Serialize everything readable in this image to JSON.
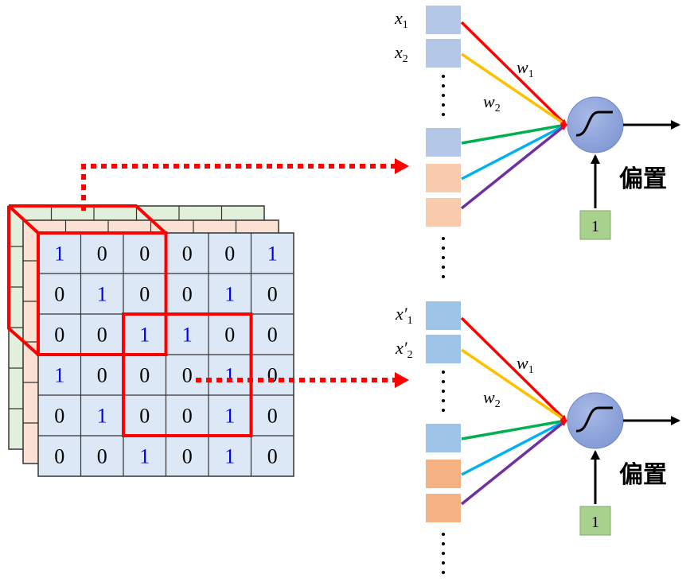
{
  "colors": {
    "grid_front": "#dce8f5",
    "grid_middle": "#fbe1d3",
    "grid_back": "#e2efda",
    "one_color": "#0000ee",
    "zero_color": "#000000",
    "highlight": "#ff0000",
    "neuron_fill": "#8fa7dc",
    "input_blue": "#b4c7e7",
    "input_blue2": "#9dc3e6",
    "input_orange_light": "#f8cbad",
    "input_orange": "#f4b183",
    "bias_fill": "#a9d18e",
    "edge_colors": [
      "#ff0000",
      "#ffc000",
      "#00b050",
      "#00b0f0",
      "#7030a0"
    ]
  },
  "feature_map": {
    "rows": [
      [
        "1",
        "0",
        "0",
        "0",
        "0",
        "1"
      ],
      [
        "0",
        "1",
        "0",
        "0",
        "1",
        "0"
      ],
      [
        "0",
        "0",
        "1",
        "1",
        "0",
        "0"
      ],
      [
        "1",
        "0",
        "0",
        "0",
        "1",
        "0"
      ],
      [
        "0",
        "1",
        "0",
        "0",
        "1",
        "0"
      ],
      [
        "0",
        "0",
        "1",
        "0",
        "1",
        "0"
      ]
    ]
  },
  "neuron_top": {
    "input_labels": [
      "x",
      "x"
    ],
    "input_subs": [
      "1",
      "2"
    ],
    "weight_labels": [
      "w",
      "w"
    ],
    "weight_subs": [
      "1",
      "2"
    ],
    "bias_value": "1",
    "bias_label": "偏置"
  },
  "neuron_bottom": {
    "input_labels": [
      "x′",
      "x′"
    ],
    "input_subs": [
      "1",
      "2"
    ],
    "weight_labels": [
      "w",
      "w"
    ],
    "weight_subs": [
      "1",
      "2"
    ],
    "bias_value": "1",
    "bias_label": "偏置"
  }
}
